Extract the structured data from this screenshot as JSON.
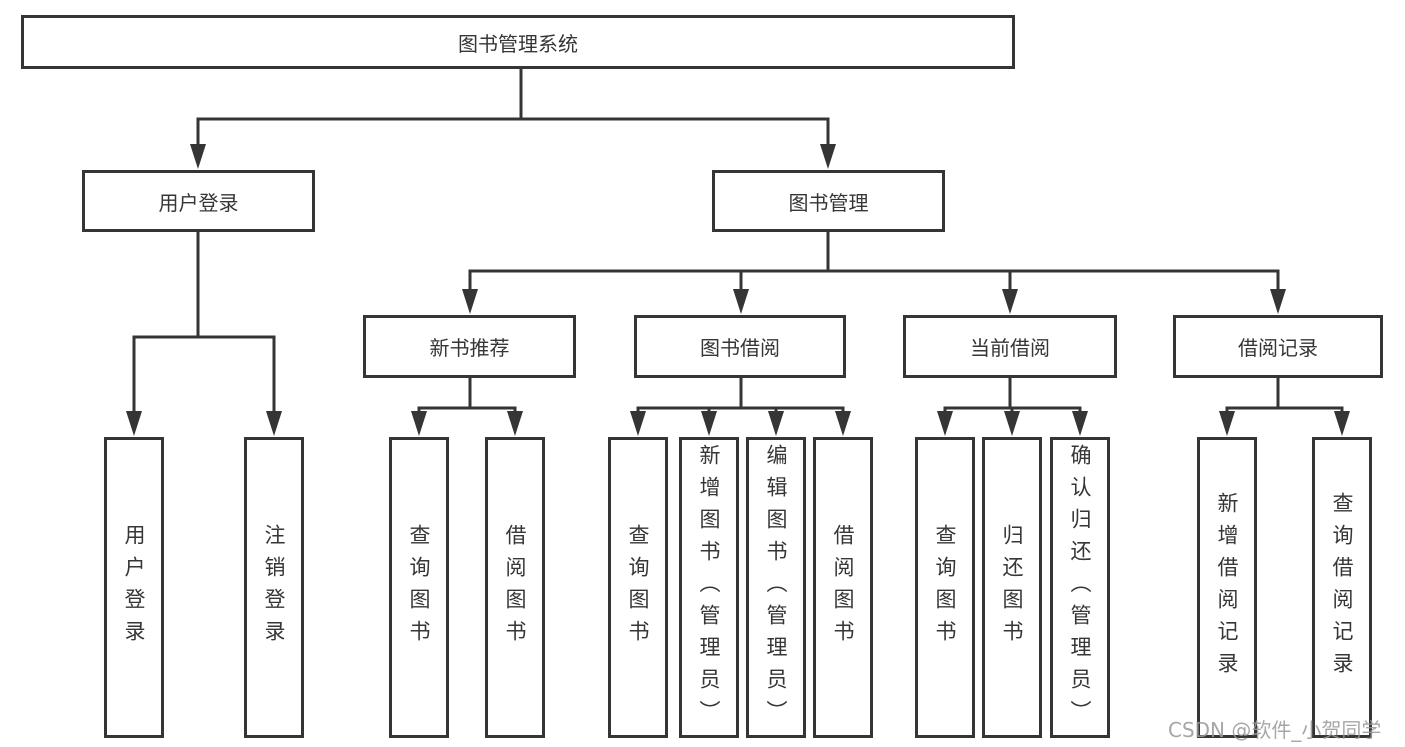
{
  "diagram_type": "hierarchy-chart",
  "colors": {
    "line": "#353535",
    "text": "#363636",
    "background": "#ffffff",
    "watermark": "#9a9a9a"
  },
  "watermark": "CSDN @软件_小贺同学",
  "tree": {
    "label": "图书管理系统",
    "children": [
      {
        "label": "用户登录",
        "children": [
          {
            "label": "用户登录"
          },
          {
            "label": "注销登录"
          }
        ]
      },
      {
        "label": "图书管理",
        "children": [
          {
            "label": "新书推荐",
            "children": [
              {
                "label": "查询图书"
              },
              {
                "label": "借阅图书"
              }
            ]
          },
          {
            "label": "图书借阅",
            "children": [
              {
                "label": "查询图书"
              },
              {
                "label": "新增图书（管理员）"
              },
              {
                "label": "编辑图书（管理员）"
              },
              {
                "label": "借阅图书"
              }
            ]
          },
          {
            "label": "当前借阅",
            "children": [
              {
                "label": "查询图书"
              },
              {
                "label": "归还图书"
              },
              {
                "label": "确认归还（管理员）"
              }
            ]
          },
          {
            "label": "借阅记录",
            "children": [
              {
                "label": "新增借阅记录"
              },
              {
                "label": "查询借阅记录"
              }
            ]
          }
        ]
      }
    ]
  }
}
